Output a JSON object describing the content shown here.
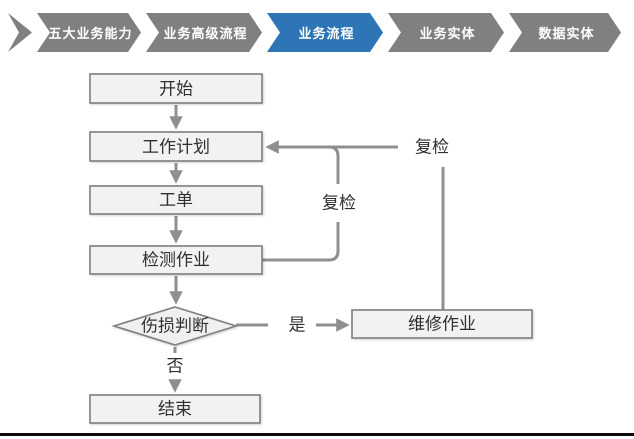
{
  "breadcrumb": {
    "items": [
      {
        "label": "五大业务能力",
        "active": false
      },
      {
        "label": "业务高级流程",
        "active": false
      },
      {
        "label": "业务流程",
        "active": true
      },
      {
        "label": "业务实体",
        "active": false
      },
      {
        "label": "数据实体",
        "active": false
      }
    ],
    "colors": {
      "default": "#808080",
      "active": "#2E75B6",
      "text": "#FFFFFF"
    }
  },
  "flowchart": {
    "nodes": [
      {
        "id": "start",
        "label": "开始",
        "type": "process"
      },
      {
        "id": "work-plan",
        "label": "工作计划",
        "type": "process"
      },
      {
        "id": "work-order",
        "label": "工单",
        "type": "process"
      },
      {
        "id": "inspection",
        "label": "检测作业",
        "type": "process"
      },
      {
        "id": "damage-judgment",
        "label": "伤损判断",
        "type": "decision"
      },
      {
        "id": "repair",
        "label": "维修作业",
        "type": "process"
      },
      {
        "id": "end",
        "label": "结束",
        "type": "process"
      }
    ],
    "edge_labels": {
      "recheck_inner": "复检",
      "recheck_outer": "复检",
      "yes": "是",
      "no": "否"
    },
    "colors": {
      "node_fill": "#F2F2F2",
      "node_border": "#7F7F7F",
      "line": "#8F8F8F",
      "text": "#303030"
    }
  }
}
